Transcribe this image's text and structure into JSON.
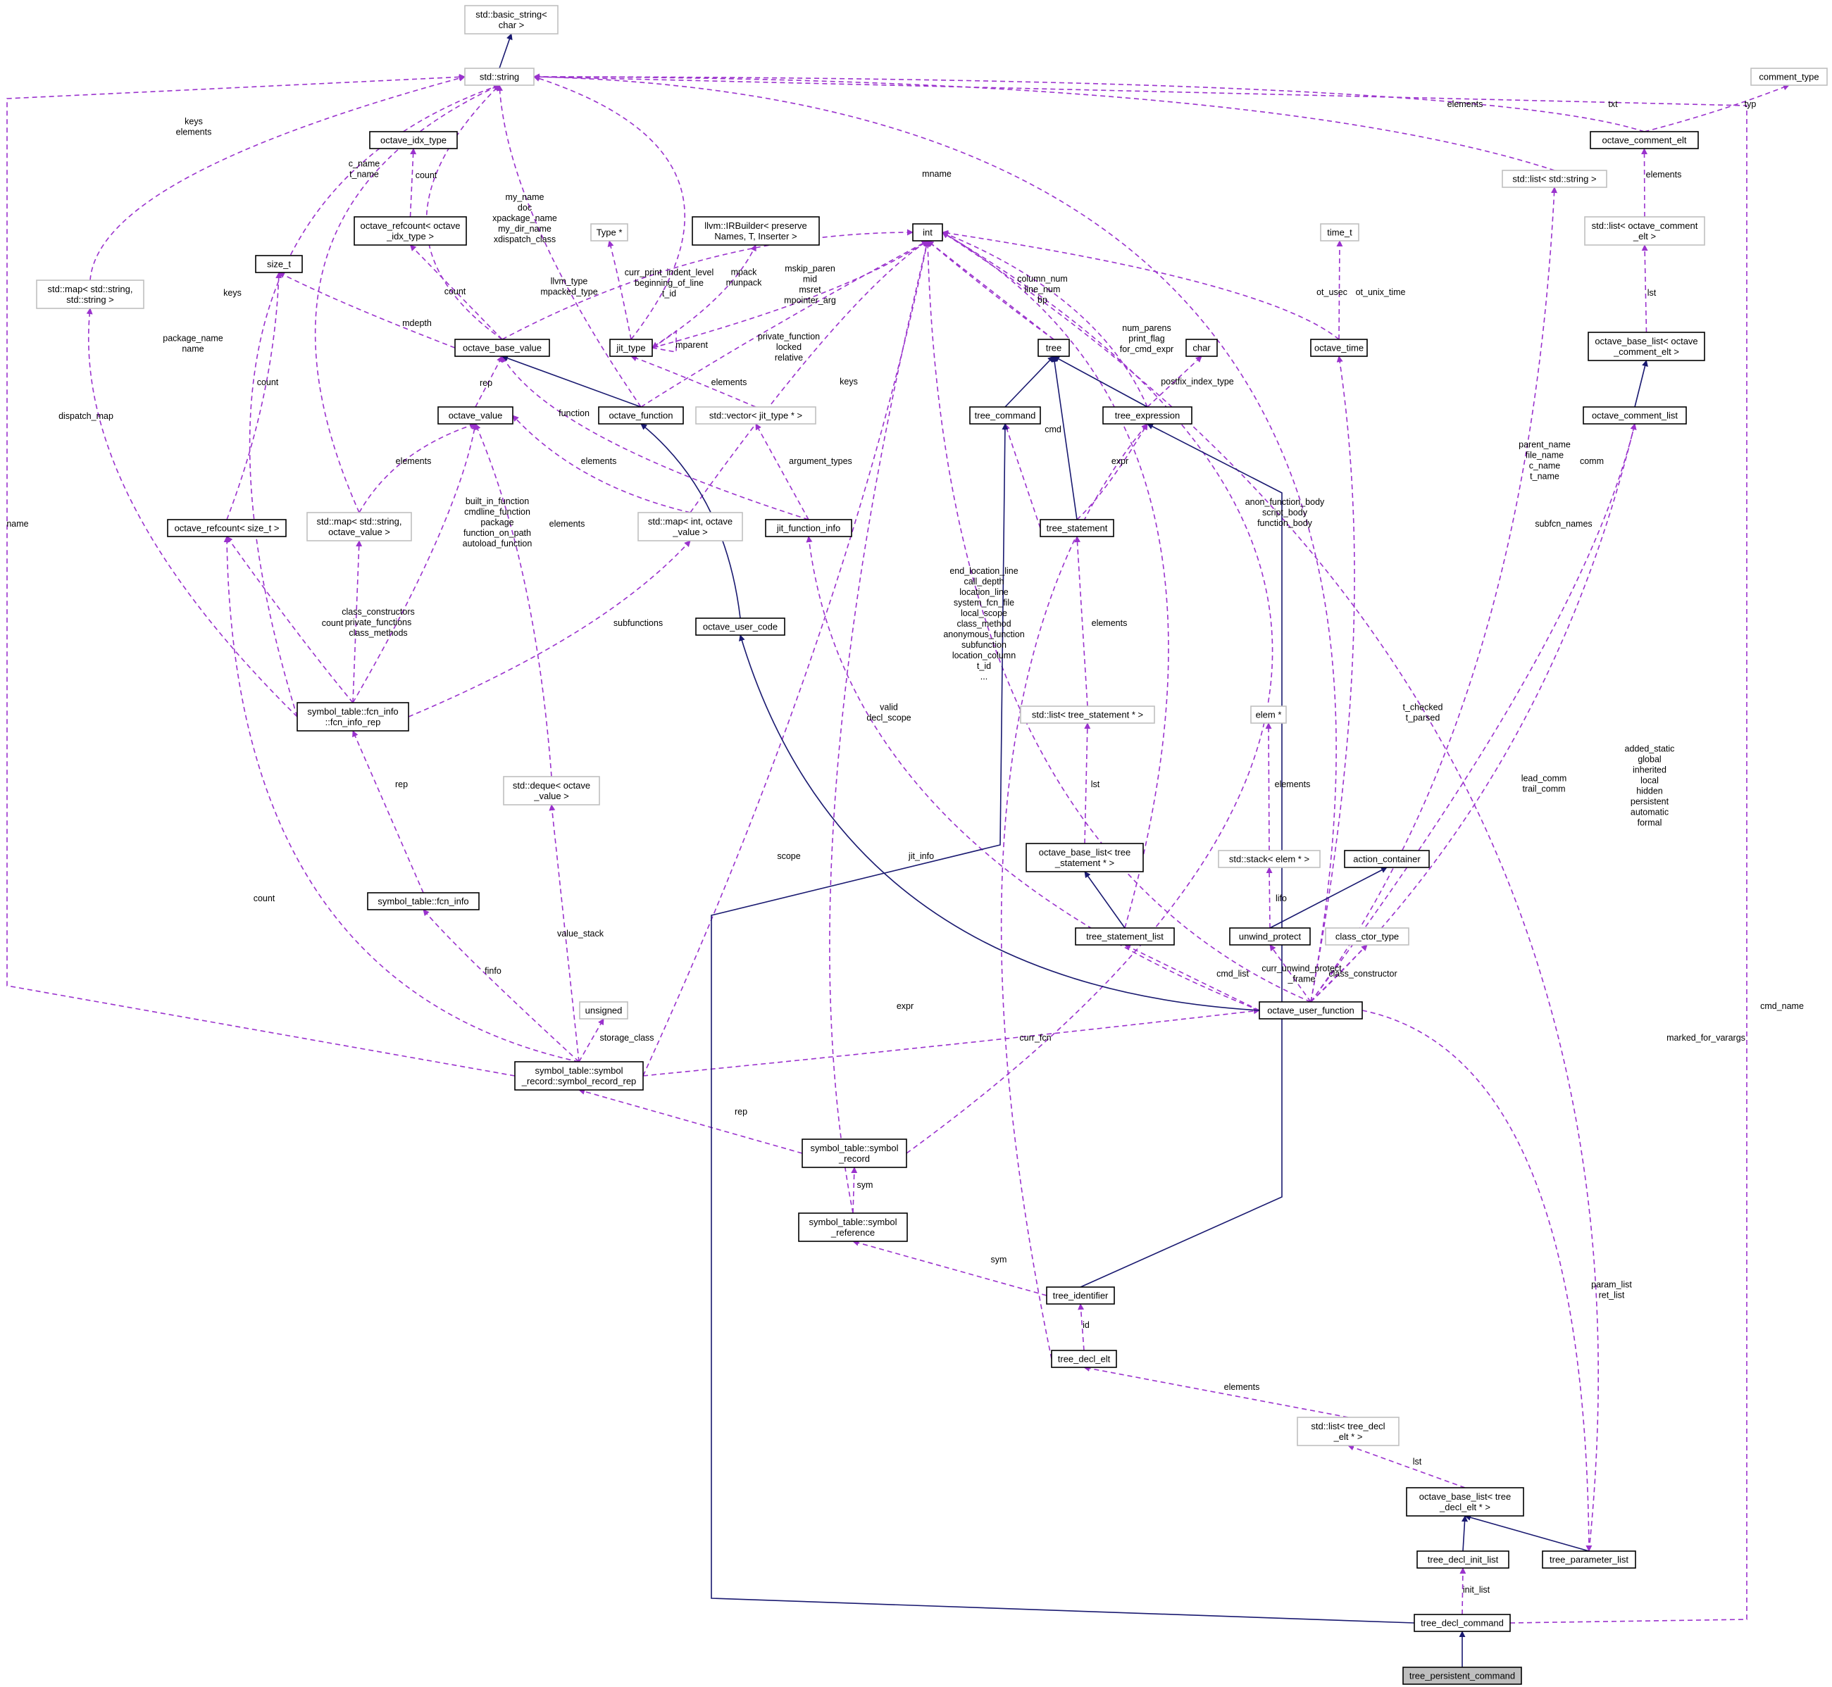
{
  "nodes": {
    "basic_string": {
      "lines": [
        "std::basic_string<",
        "char >"
      ],
      "kind": "external"
    },
    "std_string": {
      "lines": [
        "std::string"
      ],
      "kind": "external"
    },
    "comment_type": {
      "lines": [
        "comment_type"
      ],
      "kind": "external"
    },
    "octave_comment_elt": {
      "lines": [
        "octave_comment_elt"
      ],
      "kind": "documented"
    },
    "list_std_string": {
      "lines": [
        "std::list< std::string >"
      ],
      "kind": "external"
    },
    "octave_idx_type": {
      "lines": [
        "octave_idx_type"
      ],
      "kind": "documented"
    },
    "map_string_string": {
      "lines": [
        "std::map< std::string,",
        "std::string >"
      ],
      "kind": "external"
    },
    "size_t": {
      "lines": [
        "size_t"
      ],
      "kind": "documented"
    },
    "octave_refcount_idx": {
      "lines": [
        "octave_refcount< octave",
        "_idx_type >"
      ],
      "kind": "documented"
    },
    "type_ptr": {
      "lines": [
        "Type *"
      ],
      "kind": "external"
    },
    "irbuilder": {
      "lines": [
        "llvm::IRBuilder< preserve",
        "Names, T, Inserter >"
      ],
      "kind": "documented"
    },
    "int": {
      "lines": [
        "int"
      ],
      "kind": "documented"
    },
    "time_t": {
      "lines": [
        "time_t"
      ],
      "kind": "external"
    },
    "list_comment_elt": {
      "lines": [
        "std::list< octave_comment",
        "_elt >"
      ],
      "kind": "external"
    },
    "octave_base_value": {
      "lines": [
        "octave_base_value"
      ],
      "kind": "documented"
    },
    "jit_type": {
      "lines": [
        "jit_type"
      ],
      "kind": "documented"
    },
    "tree": {
      "lines": [
        "tree"
      ],
      "kind": "documented"
    },
    "char": {
      "lines": [
        "char"
      ],
      "kind": "documented"
    },
    "octave_time": {
      "lines": [
        "octave_time"
      ],
      "kind": "documented"
    },
    "base_list_comment_elt": {
      "lines": [
        "octave_base_list< octave",
        "_comment_elt >"
      ],
      "kind": "documented"
    },
    "octave_value": {
      "lines": [
        "octave_value"
      ],
      "kind": "documented"
    },
    "octave_function": {
      "lines": [
        "octave_function"
      ],
      "kind": "documented"
    },
    "vector_jit_type": {
      "lines": [
        "std::vector< jit_type * >"
      ],
      "kind": "external"
    },
    "tree_command": {
      "lines": [
        "tree_command"
      ],
      "kind": "documented"
    },
    "tree_expression": {
      "lines": [
        "tree_expression"
      ],
      "kind": "documented"
    },
    "octave_comment_list": {
      "lines": [
        "octave_comment_list"
      ],
      "kind": "documented"
    },
    "octave_refcount_size": {
      "lines": [
        "octave_refcount< size_t >"
      ],
      "kind": "documented"
    },
    "map_string_octave_value": {
      "lines": [
        "std::map< std::string,",
        "octave_value >"
      ],
      "kind": "external"
    },
    "map_int_octave_value": {
      "lines": [
        "std::map< int, octave",
        "_value >"
      ],
      "kind": "external"
    },
    "jit_function_info": {
      "lines": [
        "jit_function_info"
      ],
      "kind": "documented"
    },
    "tree_statement": {
      "lines": [
        "tree_statement"
      ],
      "kind": "documented"
    },
    "octave_user_code": {
      "lines": [
        "octave_user_code"
      ],
      "kind": "documented"
    },
    "fcn_info_rep": {
      "lines": [
        "symbol_table::fcn_info",
        "::fcn_info_rep"
      ],
      "kind": "documented"
    },
    "list_tree_statement": {
      "lines": [
        "std::list< tree_statement * >"
      ],
      "kind": "external"
    },
    "elem_ptr": {
      "lines": [
        "elem *"
      ],
      "kind": "external"
    },
    "deque_octave_value": {
      "lines": [
        "std::deque< octave",
        "_value >"
      ],
      "kind": "external"
    },
    "base_list_tree_statement": {
      "lines": [
        "octave_base_list< tree",
        "_statement * >"
      ],
      "kind": "documented"
    },
    "stack_elem": {
      "lines": [
        "std::stack< elem * >"
      ],
      "kind": "external"
    },
    "action_container": {
      "lines": [
        "action_container"
      ],
      "kind": "documented"
    },
    "fcn_info": {
      "lines": [
        "symbol_table::fcn_info"
      ],
      "kind": "documented"
    },
    "tree_statement_list": {
      "lines": [
        "tree_statement_list"
      ],
      "kind": "documented"
    },
    "unwind_protect": {
      "lines": [
        "unwind_protect"
      ],
      "kind": "documented"
    },
    "class_ctor_type": {
      "lines": [
        "class_ctor_type"
      ],
      "kind": "external"
    },
    "octave_user_function": {
      "lines": [
        "octave_user_function"
      ],
      "kind": "documented"
    },
    "unsigned": {
      "lines": [
        "unsigned"
      ],
      "kind": "external"
    },
    "symbol_record_rep": {
      "lines": [
        "symbol_table::symbol",
        "_record::symbol_record_rep"
      ],
      "kind": "documented"
    },
    "symbol_record": {
      "lines": [
        "symbol_table::symbol",
        "_record"
      ],
      "kind": "documented"
    },
    "symbol_reference": {
      "lines": [
        "symbol_table::symbol",
        "_reference"
      ],
      "kind": "documented"
    },
    "tree_identifier": {
      "lines": [
        "tree_identifier"
      ],
      "kind": "documented"
    },
    "tree_decl_elt": {
      "lines": [
        "tree_decl_elt"
      ],
      "kind": "documented"
    },
    "list_tree_decl_elt": {
      "lines": [
        "std::list< tree_decl",
        "_elt * >"
      ],
      "kind": "external"
    },
    "base_list_tree_decl_elt": {
      "lines": [
        "octave_base_list< tree",
        "_decl_elt * >"
      ],
      "kind": "documented"
    },
    "tree_decl_init_list": {
      "lines": [
        "tree_decl_init_list"
      ],
      "kind": "documented"
    },
    "tree_parameter_list": {
      "lines": [
        "tree_parameter_list"
      ],
      "kind": "documented"
    },
    "tree_decl_command": {
      "lines": [
        "tree_decl_command"
      ],
      "kind": "documented"
    },
    "tree_persistent_command": {
      "lines": [
        "tree_persistent_command"
      ],
      "kind": "focus"
    }
  },
  "edge_labels": {
    "keys_elements": [
      "keys",
      "elements"
    ],
    "c_name_t_name": [
      "c_name",
      "t_name"
    ],
    "count_idx": [
      "count"
    ],
    "my_name_group": [
      "my_name",
      "doc",
      "xpackage_name",
      "my_dir_name",
      "xdispatch_class"
    ],
    "mname": [
      "mname"
    ],
    "elements_list_string": [
      "elements"
    ],
    "txt": [
      "txt"
    ],
    "typ": [
      "typ"
    ],
    "elements_comment": [
      "elements"
    ],
    "mdepth": [
      "mdepth"
    ],
    "count_base_value": [
      "count"
    ],
    "llvm_type_group": [
      "llvm_type",
      "mpacked_type"
    ],
    "indent_group": [
      "curr_print_indent_level",
      "beginning_of_line",
      "t_id"
    ],
    "mpack_group": [
      "mpack",
      "munpack"
    ],
    "mskip_group": [
      "mskip_paren",
      "mid",
      "msret",
      "mpointer_arg"
    ],
    "column_num_group": [
      "column_num",
      "line_num",
      "bp"
    ],
    "ot_usec": [
      "ot_usec"
    ],
    "ot_unix_time": [
      "ot_unix_time"
    ],
    "keys_map": [
      "keys"
    ],
    "dispatch_map": [
      "dispatch_map"
    ],
    "package_name_group": [
      "package_name",
      "name"
    ],
    "count_size": [
      "count"
    ],
    "mparent": [
      "mparent"
    ],
    "private_function_group": [
      "private_function",
      "locked",
      "relative"
    ],
    "num_parens_group": [
      "num_parens",
      "print_flag",
      "for_cmd_expr"
    ],
    "postfix_index_type": [
      "postfix_index_type"
    ],
    "lst_comment": [
      "lst"
    ],
    "rep_value": [
      "rep"
    ],
    "elements_jit": [
      "elements"
    ],
    "keys_int": [
      "keys"
    ],
    "function": [
      "function"
    ],
    "elements_map_ov": [
      "elements"
    ],
    "elements_map_int": [
      "elements"
    ],
    "argument_types": [
      "argument_types"
    ],
    "cmd": [
      "cmd"
    ],
    "expr_stmt": [
      "expr"
    ],
    "parent_name_group": [
      "parent_name",
      "file_name",
      "c_name",
      "t_name"
    ],
    "comm": [
      "comm"
    ],
    "anon_function_body_group": [
      "anon_function_body",
      "script_body",
      "function_body"
    ],
    "subfcn_names": [
      "subfcn_names"
    ],
    "name": [
      "name"
    ],
    "builtin_group": [
      "built_in_function",
      "cmdline_function",
      "package",
      "function_on_path",
      "autoload_function"
    ],
    "elements_deque": [
      "elements"
    ],
    "end_location_group": [
      "end_location_line",
      "call_depth",
      "location_line",
      "system_fcn_file",
      "local_scope",
      "class_method",
      "anonymous_function",
      "subfunction",
      "location_column",
      "t_id",
      "..."
    ],
    "class_constructors_group": [
      "class_constructors",
      "private_functions",
      "class_methods"
    ],
    "count_fcn_info_rep": [
      "count"
    ],
    "subfunctions": [
      "subfunctions"
    ],
    "elements_stmt": [
      "elements"
    ],
    "valid_group": [
      "valid",
      "decl_scope"
    ],
    "t_checked_group": [
      "t_checked",
      "t_parsed"
    ],
    "added_static_group": [
      "added_static",
      "global",
      "inherited",
      "local",
      "hidden",
      "persistent",
      "automatic",
      "formal"
    ],
    "elements_elem": [
      "elements"
    ],
    "lead_comm_group": [
      "lead_comm",
      "trail_comm"
    ],
    "rep_fcn_info": [
      "rep"
    ],
    "lst_stmt": [
      "lst"
    ],
    "scope": [
      "scope"
    ],
    "jit_info": [
      "jit_info"
    ],
    "lifo": [
      "lifo"
    ],
    "count_rep": [
      "count"
    ],
    "value_stack": [
      "value_stack"
    ],
    "cmd_list": [
      "cmd_list"
    ],
    "curr_unwind_group": [
      "curr_unwind_protect",
      "_frame"
    ],
    "class_constructor": [
      "class_constructor"
    ],
    "finfo": [
      "finfo"
    ],
    "expr_decl": [
      "expr"
    ],
    "storage_class": [
      "storage_class"
    ],
    "curr_fcn": [
      "curr_fcn"
    ],
    "cmd_name": [
      "cmd_name"
    ],
    "marked_for_varargs": [
      "marked_for_varargs"
    ],
    "rep_record": [
      "rep"
    ],
    "sym_ref": [
      "sym"
    ],
    "sym_ident": [
      "sym"
    ],
    "param_list_group": [
      "param_list",
      "ret_list"
    ],
    "id": [
      "id"
    ],
    "elements_decl": [
      "elements"
    ],
    "lst_decl": [
      "lst"
    ],
    "init_list": [
      "init_list"
    ]
  },
  "colors": {
    "inheritance_edge": "#191970",
    "usage_edge": "#9a32cd",
    "documented_border": "#000000",
    "external_border": "#bfbfbf",
    "focus_fill": "#bfbfbf"
  }
}
